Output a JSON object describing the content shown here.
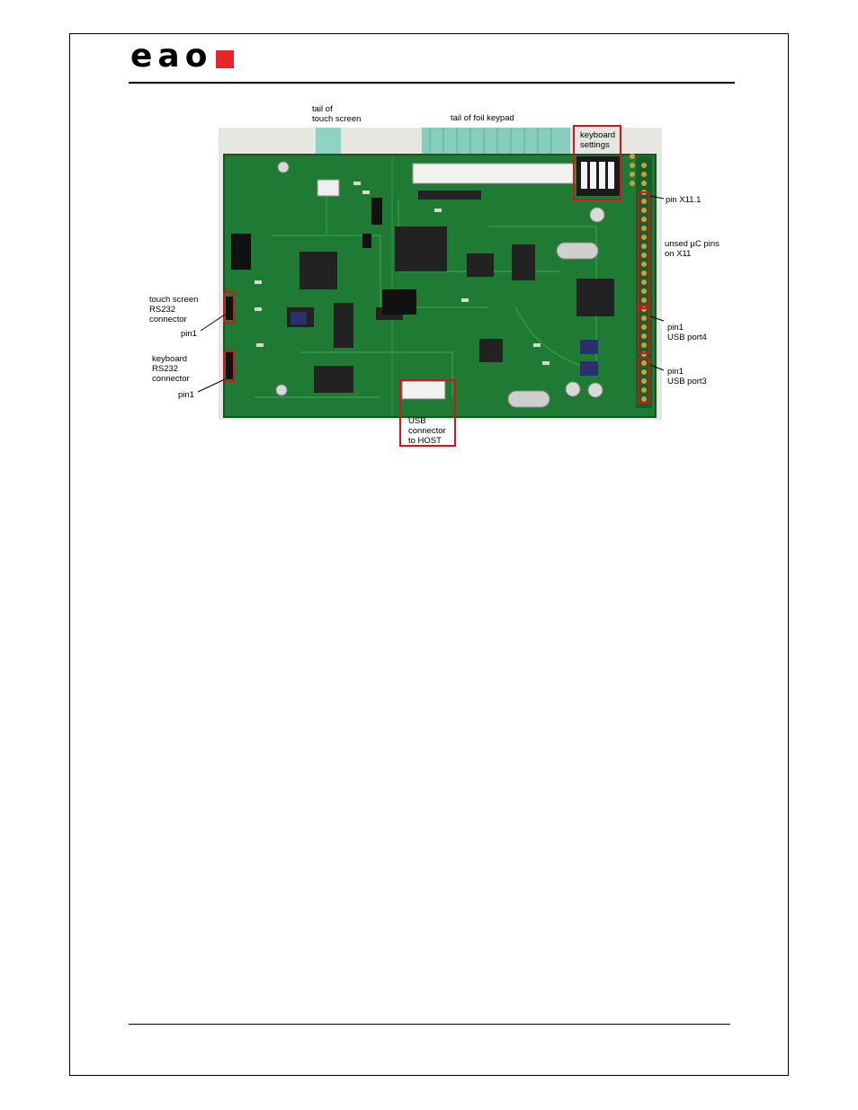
{
  "header": {
    "logo_text": "eao",
    "brand_color": "#e8242b"
  },
  "figure": {
    "labels": {
      "tail_touch_screen": "tail  of\ntouch screen",
      "tail_foil_keypad": "tail of foil keypad",
      "keyboard_settings": "keyboard\nsettings",
      "pin_x11": "pin X11.1",
      "unsed_pins": "unsed µC pins\non X11",
      "touch_rs232": "touch screen\nRS232\nconnector",
      "pin1_touch": "pin1",
      "keyboard_rs232": "keyboard\nRS232\nconnector",
      "pin1_keyboard": "pin1",
      "usb_host": "USB\nconnector\nto HOST",
      "usb_port4": "pin1\nUSB port4",
      "usb_port3": "pin1\nUSB port3"
    },
    "colors": {
      "pcb_green": "#1f7a33",
      "highlight_red": "#d3141c"
    }
  }
}
